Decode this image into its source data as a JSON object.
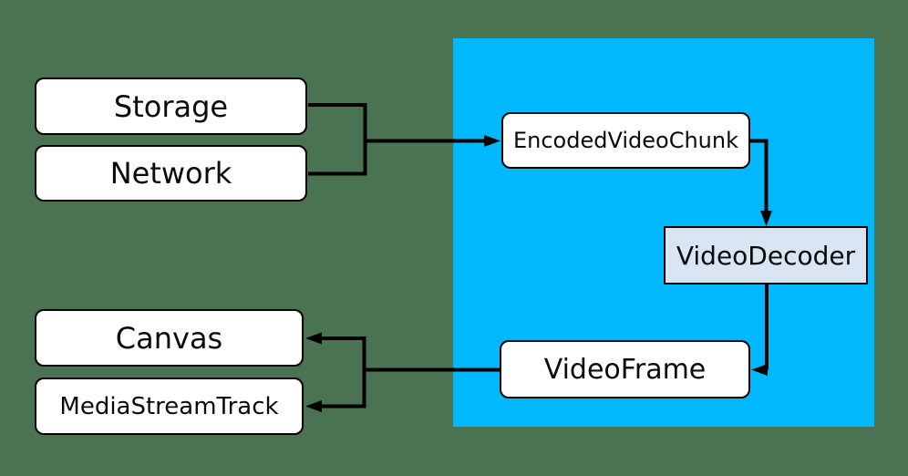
{
  "diagram": {
    "kind": "flow-diagram",
    "nodes": {
      "storage": {
        "label": "Storage"
      },
      "network": {
        "label": "Network"
      },
      "encoded_video_chunk": {
        "label": "EncodedVideoChunk"
      },
      "video_decoder": {
        "label": "VideoDecoder"
      },
      "video_frame": {
        "label": "VideoFrame"
      },
      "canvas": {
        "label": "Canvas"
      },
      "media_stream_track": {
        "label": "MediaStreamTrack"
      }
    },
    "edges": [
      {
        "from": "Storage",
        "to": "EncodedVideoChunk"
      },
      {
        "from": "Network",
        "to": "EncodedVideoChunk"
      },
      {
        "from": "EncodedVideoChunk",
        "to": "VideoDecoder"
      },
      {
        "from": "VideoDecoder",
        "to": "VideoFrame"
      },
      {
        "from": "VideoFrame",
        "to": "Canvas"
      },
      {
        "from": "VideoFrame",
        "to": "MediaStreamTrack"
      }
    ],
    "colors": {
      "background": "#497351",
      "highlight_panel": "#00b8fe",
      "node_fill": "#ffffff",
      "decoder_fill": "#d9e5f3",
      "line": "#000000",
      "text": "#0b0b0b"
    }
  }
}
